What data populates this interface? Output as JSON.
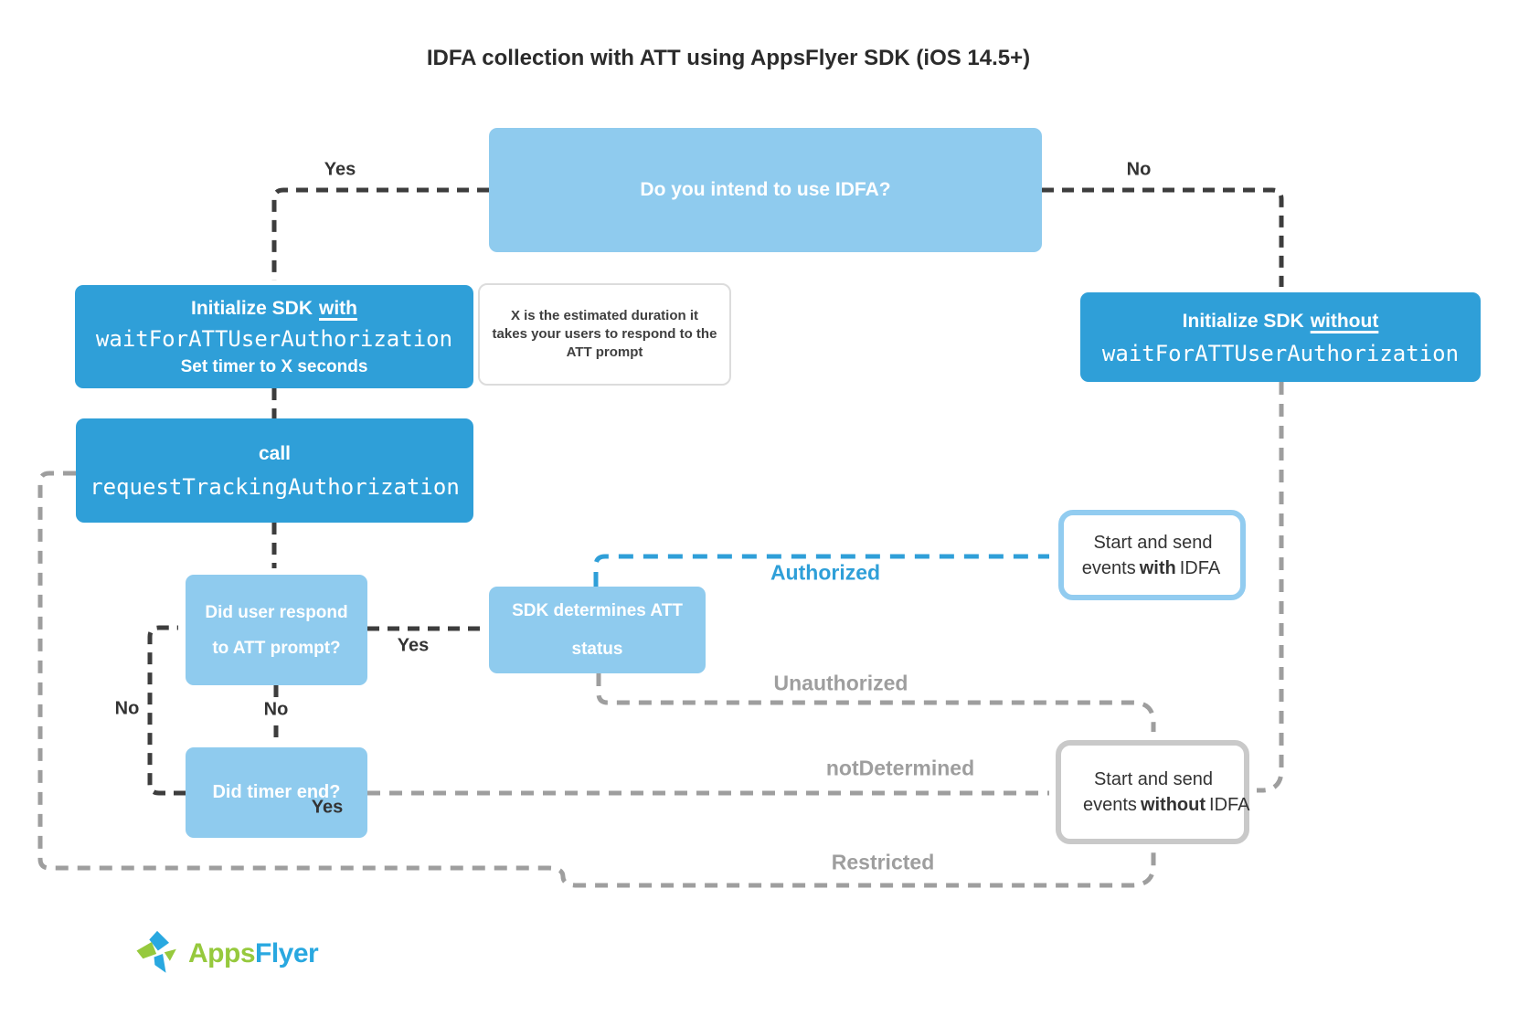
{
  "title": "IDFA collection with ATT using AppsFlyer SDK (iOS 14.5+)",
  "colors": {
    "dark_blue": "#2f9fd8",
    "light_blue": "#8fcbee",
    "gray": "#9e9e9e",
    "dark_line": "#3d3d3d",
    "result_with_border": "#92ccf0",
    "result_without_border": "#c9c9c9",
    "logo_green": "#96c93d",
    "logo_blue": "#29a8e0"
  },
  "nodes": {
    "decision": {
      "label": "Do you intend to use IDFA?"
    },
    "init_with": {
      "line1_prefix": "Initialize SDK",
      "line1_underline": "with",
      "code": "waitForATTUserAuthorization",
      "line3": "Set timer to X seconds"
    },
    "note": {
      "text": "X is the estimated duration it takes your users to respond to the ATT prompt"
    },
    "init_without": {
      "line1_prefix": "Initialize SDK",
      "line1_underline": "without",
      "code": "waitForATTUserAuthorization"
    },
    "call": {
      "line1": "call",
      "code": "requestTrackingAuthorization"
    },
    "did_user_respond": {
      "label": "Did user respond to ATT prompt?"
    },
    "sdk_status": {
      "label": "SDK determines ATT status"
    },
    "did_timer_end": {
      "label": "Did timer end?"
    },
    "with_idfa": {
      "prefix": "Start and send events",
      "emphasis": "with",
      "suffix": "IDFA"
    },
    "without_idfa": {
      "prefix": "Start and send events",
      "emphasis": "without",
      "suffix": "IDFA"
    }
  },
  "edge_labels": {
    "yes_to_init_with": "Yes",
    "no_to_init_without": "No",
    "yes_to_sdk": "Yes",
    "no_to_timer": "No",
    "no_loop_back": "No",
    "yes_timer_end": "Yes",
    "authorized": "Authorized",
    "unauthorized": "Unauthorized",
    "not_determined": "notDetermined",
    "restricted": "Restricted"
  },
  "logo": {
    "apps": "Apps",
    "flyer": "Flyer"
  }
}
